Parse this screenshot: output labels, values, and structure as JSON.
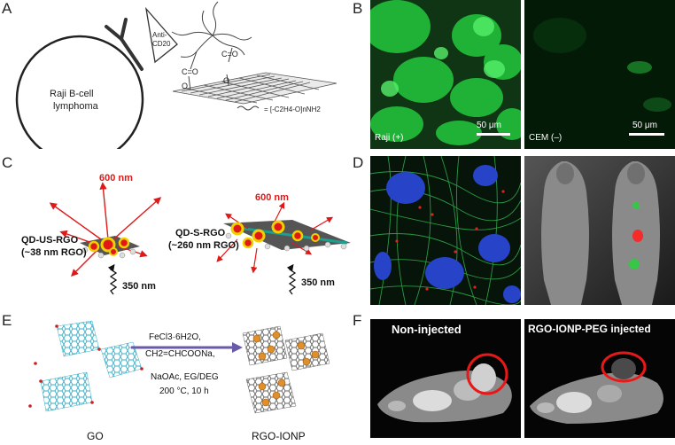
{
  "panels": {
    "a": {
      "letter": "A",
      "cell_label_line1": "Raji B-cell",
      "cell_label_line2": "lymphoma",
      "antibody_line1": "Anti-",
      "antibody_line2": "CD20",
      "peg_legend": "= [-C2H4-O]nNH2",
      "co_label_1": "C=O",
      "co_label_2": "C=O",
      "o_label_1": "O",
      "o_label_2": "O"
    },
    "b": {
      "letter": "B",
      "left_caption": "Raji (+)",
      "right_caption": "CEM (–)",
      "scale_left": "50 μm",
      "scale_right": "50 μm",
      "fluor_color": "#22c83c"
    },
    "c": {
      "letter": "C",
      "left_emission": "600 nm",
      "left_name_line1": "QD-US-RGO",
      "left_name_line2": "(~38 nm RGO)",
      "left_excitation": "350 nm",
      "right_emission": "600 nm",
      "right_name_line1": "QD-S-RGO",
      "right_name_line2": "(~260 nm RGO)",
      "right_excitation": "350 nm",
      "emission_color": "#e01818"
    },
    "d": {
      "letter": "D"
    },
    "e": {
      "letter": "E",
      "reagent_line1": "FeCl3·6H2O,",
      "reagent_line2": "CH2=CHCOONa,",
      "reagent_line3": "NaOAc, EG/DEG",
      "reagent_line4": "200 °C, 10 h",
      "left_label": "GO",
      "right_label": "RGO-IONP",
      "arrow_color": "#6a5aa8"
    },
    "f": {
      "letter": "F",
      "left_title": "Non-injected",
      "right_title": "RGO-IONP-PEG injected",
      "highlight_color": "#e81818"
    }
  }
}
